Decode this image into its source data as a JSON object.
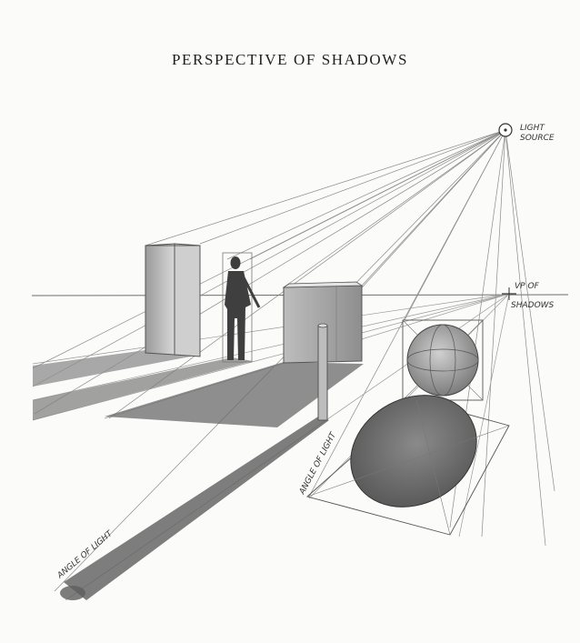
{
  "title": "PERSPECTIVE OF SHADOWS",
  "labels": {
    "light_source_line1": "LIGHT",
    "light_source_line2": "SOURCE",
    "vp_line1": "VP OF",
    "vp_line2": "SHADOWS",
    "angle_of_light_1": "ANGLE OF LIGHT",
    "angle_of_light_2": "ANGLE OF LIGHT"
  }
}
